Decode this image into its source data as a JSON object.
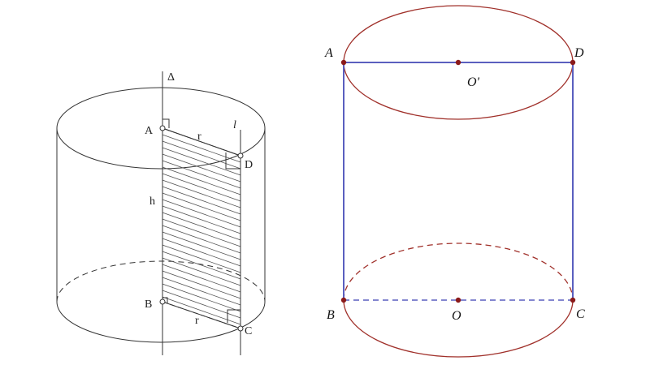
{
  "left_figure": {
    "labels": {
      "axis": "Δ",
      "generatrix": "l",
      "top_point": "A",
      "top_edge_point": "D",
      "bottom_point": "B",
      "bottom_edge_point": "C",
      "height": "h",
      "top_radius": "r",
      "bottom_radius": "r"
    }
  },
  "right_figure": {
    "labels": {
      "top_left": "A",
      "top_right": "D",
      "top_center": "O'",
      "bottom_left": "B",
      "bottom_right": "C",
      "bottom_center": "O"
    },
    "colors": {
      "ellipse": "#a0302a",
      "rectangle": "#5a5fbf",
      "point": "#8b1a1a"
    }
  }
}
